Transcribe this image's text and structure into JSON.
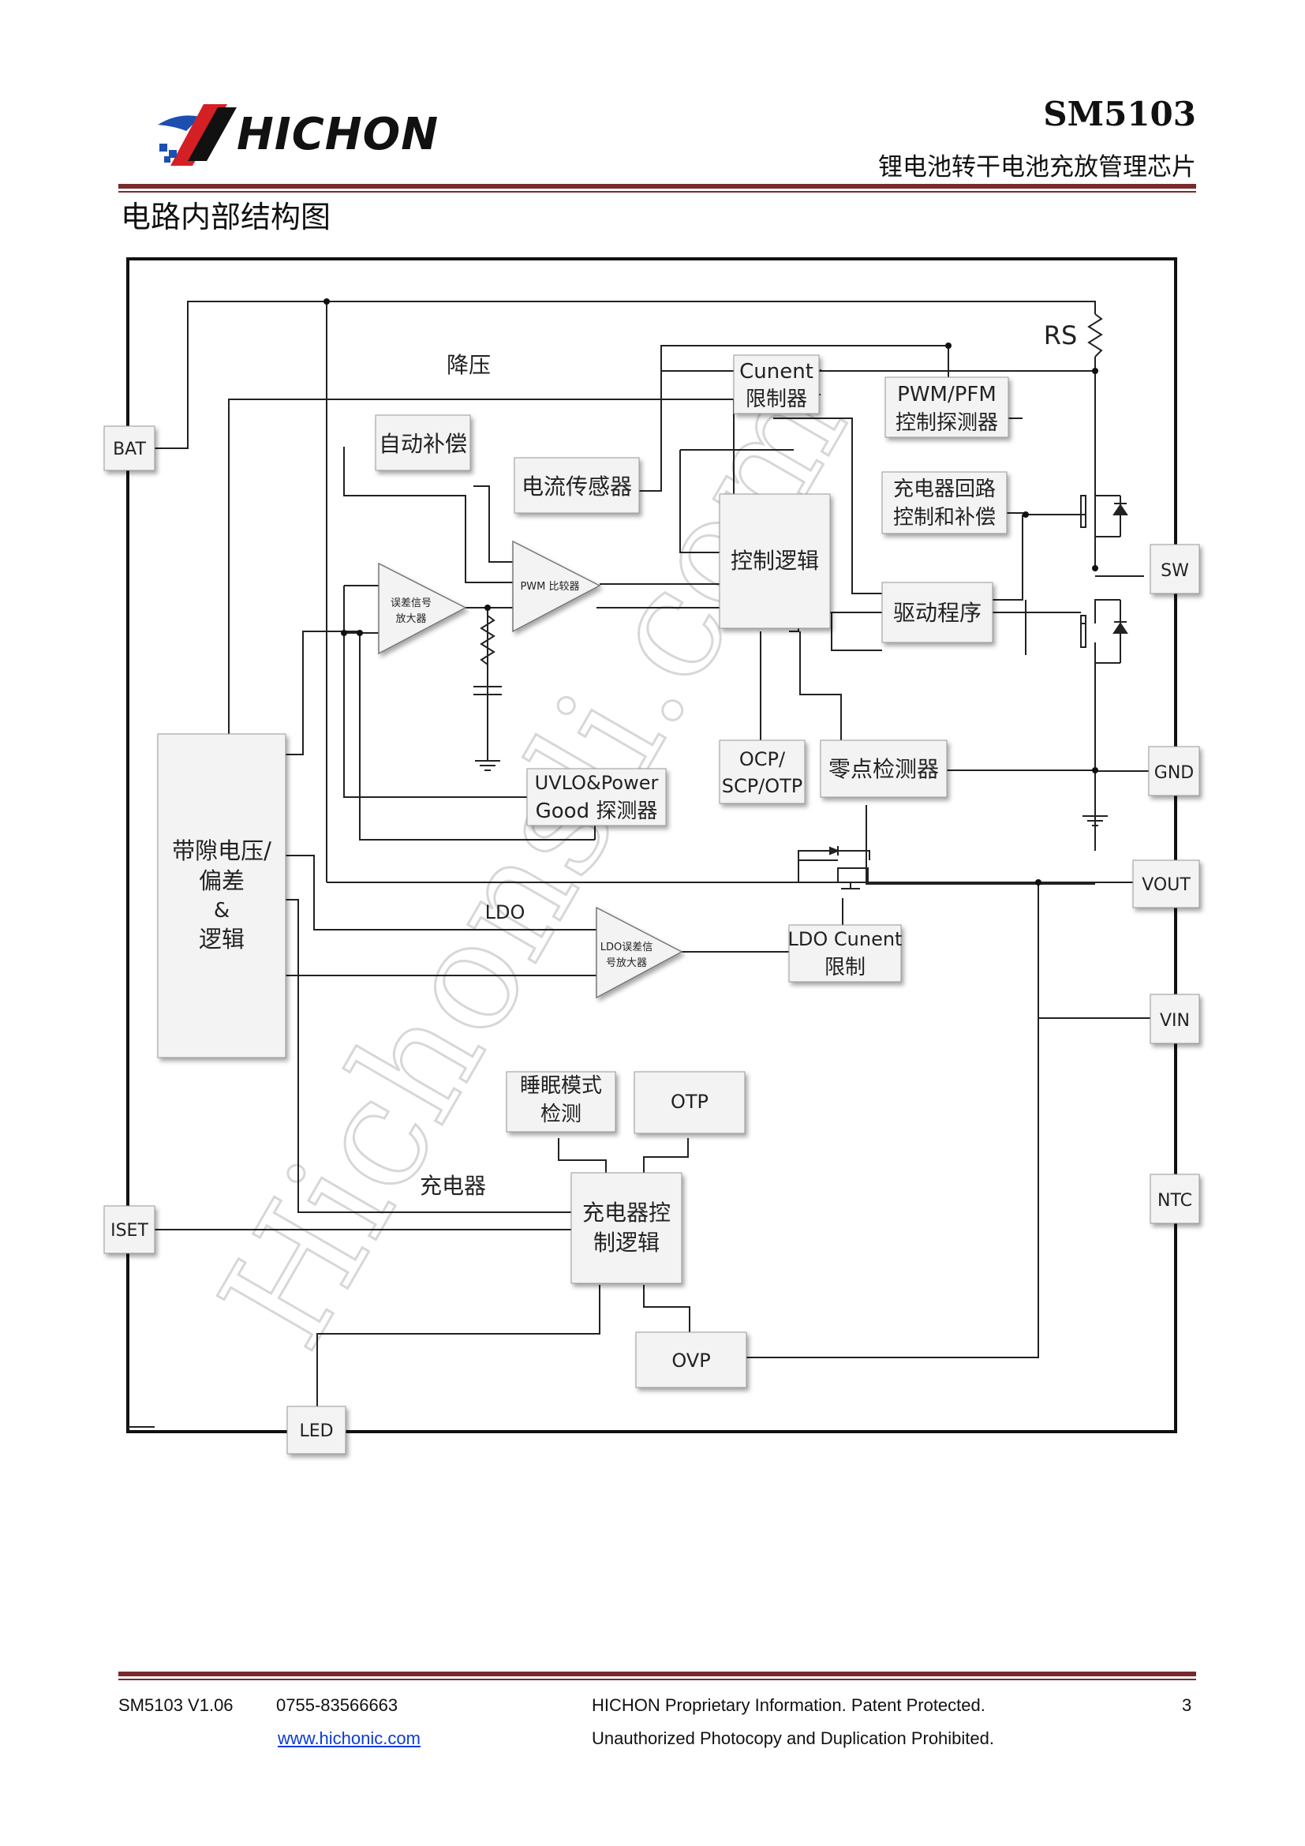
{
  "header": {
    "brand": "HICHON",
    "chip_id": "SM5103",
    "chip_desc": "锂电池转干电池充放管理芯片"
  },
  "section_title": "电路内部结构图",
  "diagram": {
    "pins": {
      "bat": "BAT",
      "sw": "SW",
      "gnd": "GND",
      "vout": "VOUT",
      "vin": "VIN",
      "ntc": "NTC",
      "iset": "ISET",
      "led": "LED"
    },
    "blocks": {
      "auto_comp": "自动补偿",
      "current_sensor": "电流传感器",
      "current_limit": [
        "Cunent",
        "限制器"
      ],
      "pwm_pfm": [
        "PWM/PFM",
        "控制探测器"
      ],
      "charger_loop": [
        "充电器回路",
        "控制和补偿"
      ],
      "control_logic": "控制逻辑",
      "driver": "驱动程序",
      "ocp": [
        "OCP/",
        "SCP/OTP"
      ],
      "zero_detect": "零点检测器",
      "uvlo": [
        "UVLO&Power",
        "Good 探测器"
      ],
      "bandgap": [
        "带隙电压/",
        "偏差",
        "&",
        "逻辑"
      ],
      "ldo_limit": [
        "LDO Cunent",
        "限制"
      ],
      "sleep": [
        "睡眠模式",
        "检测"
      ],
      "otp": "OTP",
      "charger_logic": [
        "充电器控",
        "制逻辑"
      ],
      "ovp": "OVP"
    },
    "amps": {
      "err_amp": [
        "误差信号",
        "放大器"
      ],
      "pwm_comp": "PWM 比较器",
      "ldo_amp": [
        "LDO误差信",
        "号放大器"
      ]
    },
    "labels": {
      "buck": "降压",
      "rs": "RS",
      "ldo": "LDO",
      "charger": "充电器"
    },
    "watermark": "Hichonsli.com"
  },
  "footer": {
    "model": "SM5103 V1.06",
    "phone": "0755-83566663",
    "website": "www.hichonic.com",
    "notice1": "HICHON Proprietary Information. Patent Protected.",
    "notice2": "Unauthorized Photocopy and Duplication Prohibited.",
    "page": "3"
  }
}
